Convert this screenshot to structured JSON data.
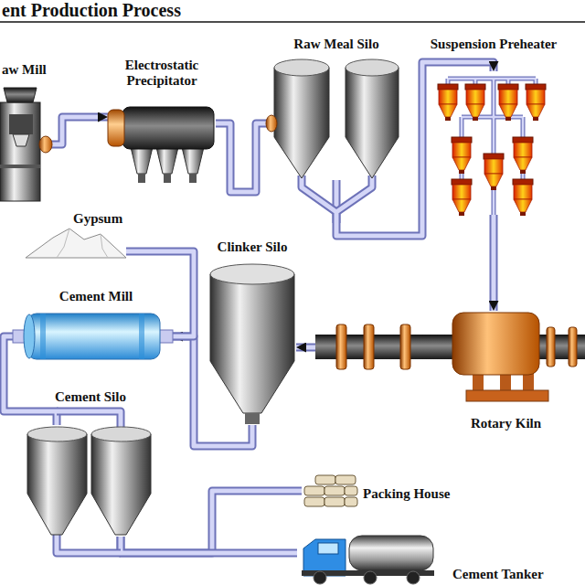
{
  "diagram": {
    "title": "ent Production Process",
    "nodes": [
      {
        "text": [
          "aw Mill"
        ]
      },
      {
        "text": [
          "Electrostatic Precipitator"
        ]
      },
      {
        "text": [
          "Raw Meal Silo"
        ]
      },
      {
        "text": [
          "Suspension Preheater"
        ]
      },
      {
        "text": [
          "Gypsum"
        ]
      },
      {
        "text": [
          "Clinker Silo"
        ]
      },
      {
        "text": [
          "Cement Mill"
        ]
      },
      {
        "text": [
          "Rotary Kiln"
        ]
      },
      {
        "text": [
          "Cement Silo"
        ]
      },
      {
        "text": [
          "Packing House"
        ]
      },
      {
        "text": [
          "Cement Tanker"
        ]
      }
    ],
    "edges": [
      {
        "from": 0,
        "to": 1,
        "arrow": "to"
      },
      {
        "from": 1,
        "to": 2,
        "arrow": "none"
      },
      {
        "from": 2,
        "to": 3,
        "arrow": "to"
      },
      {
        "from": 3,
        "to": 7,
        "arrow": "to"
      },
      {
        "from": 7,
        "to": 5,
        "arrow": "to"
      },
      {
        "from": 5,
        "to": 6,
        "arrow": "to"
      },
      {
        "from": 4,
        "to": 6,
        "arrow": "none"
      },
      {
        "from": 6,
        "to": 8,
        "arrow": "none"
      },
      {
        "from": 8,
        "to": 9,
        "arrow": "none"
      },
      {
        "from": 8,
        "to": 10,
        "arrow": "none"
      }
    ]
  }
}
